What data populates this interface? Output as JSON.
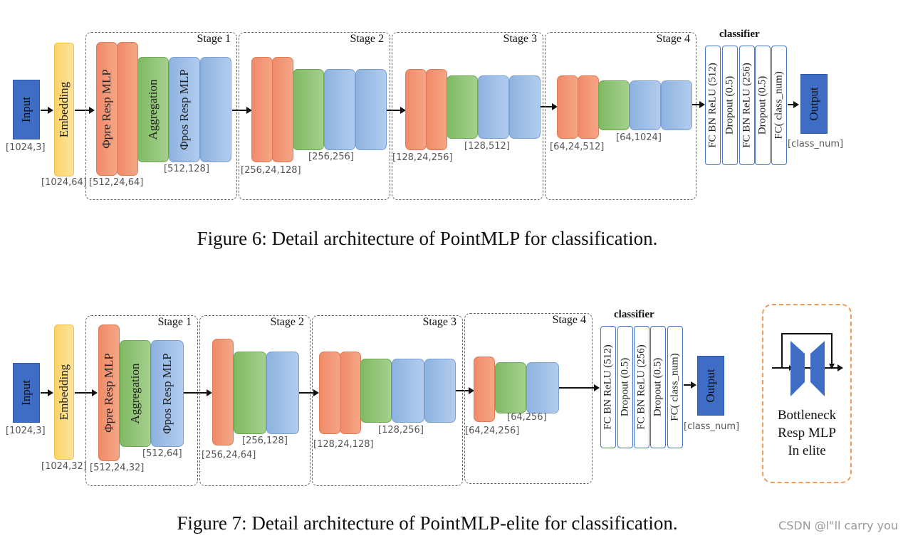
{
  "fig6": {
    "caption": "Figure 6: Detail architecture of PointMLP for classification.",
    "input_label": "Input",
    "input_dim": "[1024,3]",
    "embedding_label": "Embedding",
    "embedding_dim": "[1024,64]",
    "stage1": {
      "title": "Stage 1",
      "pre_label": "Φpre Resp MLP",
      "agg_label": "Aggregation",
      "pos_label": "Φpos Resp MLP",
      "dim_a": "[512,24,64]",
      "dim_b": "[512,128]"
    },
    "stage2": {
      "title": "Stage 2",
      "dim_a": "[256,24,128]",
      "dim_b": "[256,256]"
    },
    "stage3": {
      "title": "Stage 3",
      "dim_a": "[128,24,256]",
      "dim_b": "[128,512]"
    },
    "stage4": {
      "title": "Stage 4",
      "dim_a": "[64,24,512]",
      "dim_b": "[64,1024]"
    },
    "classifier_title": "classifier",
    "classifier_layers": [
      "FC BN ReLU (512)",
      "Dropout (0.5)",
      "FC BN ReLU (256)",
      "Dropout (0.5)",
      "FC( class_num)"
    ],
    "output_label": "Output",
    "output_dim": "[class_num]"
  },
  "fig7": {
    "caption": "Figure 7: Detail architecture of PointMLP-elite for classification.",
    "input_label": "Input",
    "input_dim": "[1024,3]",
    "embedding_label": "Embedding",
    "embedding_dim": "[1024,32]",
    "stage1": {
      "title": "Stage 1",
      "pre_label": "Φpre Resp MLP",
      "agg_label": "Aggregation",
      "pos_label": "Φpos Resp MLP",
      "dim_a": "[512,24,32]",
      "dim_b": "[512,64]"
    },
    "stage2": {
      "title": "Stage 2",
      "dim_a": "[256,24,64]",
      "dim_b": "[256,128]"
    },
    "stage3": {
      "title": "Stage 3",
      "dim_a": "[128,24,128]",
      "dim_b": "[128,256]"
    },
    "stage4": {
      "title": "Stage 4",
      "dim_a": "[64,24,256]",
      "dim_b": "[64,256]"
    },
    "classifier_title": "classifier",
    "classifier_layers": [
      "FC BN ReLU (512)",
      "Dropout (0.5)",
      "FC BN ReLU (256)",
      "Dropout (0.5)",
      "FC( class_num)"
    ],
    "output_label": "Output",
    "output_dim": "[class_num]",
    "bottleneck_text": [
      "Bottleneck",
      "Resp MLP",
      "In elite"
    ]
  },
  "watermark": "CSDN @l\"ll  carry  you",
  "colors": {
    "resp_mlp_pre": "#f08a68",
    "aggregation": "#7fba63",
    "resp_mlp_pos": "#8eb3e0",
    "embedding": "#fbd46a",
    "io": "#3f6cc4",
    "bottleneck_border": "#f19a5a"
  }
}
